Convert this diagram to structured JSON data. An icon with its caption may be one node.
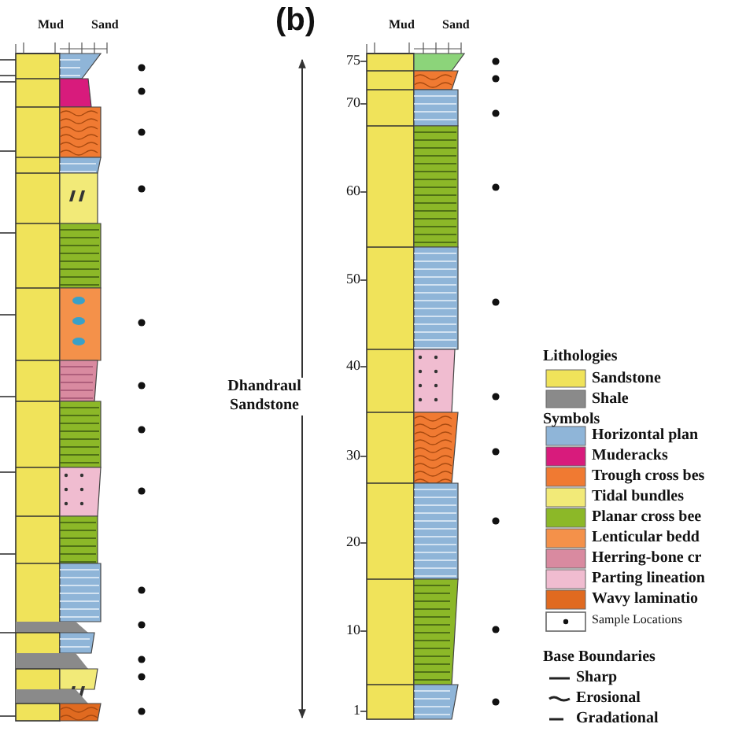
{
  "diagram": {
    "title": "(b)",
    "labels": [
      "Mud",
      "Sand",
      "Mud",
      "Sand",
      "75",
      "70",
      "60",
      "50",
      "40",
      "30",
      "20",
      "10",
      "1",
      "Dhandraul Sandstone",
      "Lithologies",
      "Symbols",
      "Base Boundaries"
    ],
    "legend": [
      {
        "text": "Sandstone",
        "color": "#f0e35a"
      },
      {
        "text": "Shale",
        "color": "#8a8a8a"
      },
      {
        "text": "Horizontal plan",
        "color": "#8fb5d8"
      },
      {
        "text": "Muderacks",
        "color": "#d81b7c"
      },
      {
        "text": "Trough cross bes",
        "color": "#f07a32"
      },
      {
        "text": "Tidal bundles",
        "color": "#f2ea78"
      },
      {
        "text": "Planar cross bee",
        "color": "#8cb828"
      },
      {
        "text": "Lenticular bedd",
        "color": "#f4914a"
      },
      {
        "text": "Herring-bone cr",
        "color": "#d98aa0"
      },
      {
        "text": "Parting lineation",
        "color": "#f0bcd0"
      },
      {
        "text": "Wavy laminatio",
        "color": "#e06a20"
      },
      {
        "text": "Sample Locations"
      },
      {
        "text": "Sharp"
      },
      {
        "text": "Erosional"
      },
      {
        "text": "Gradational"
      }
    ]
  }
}
